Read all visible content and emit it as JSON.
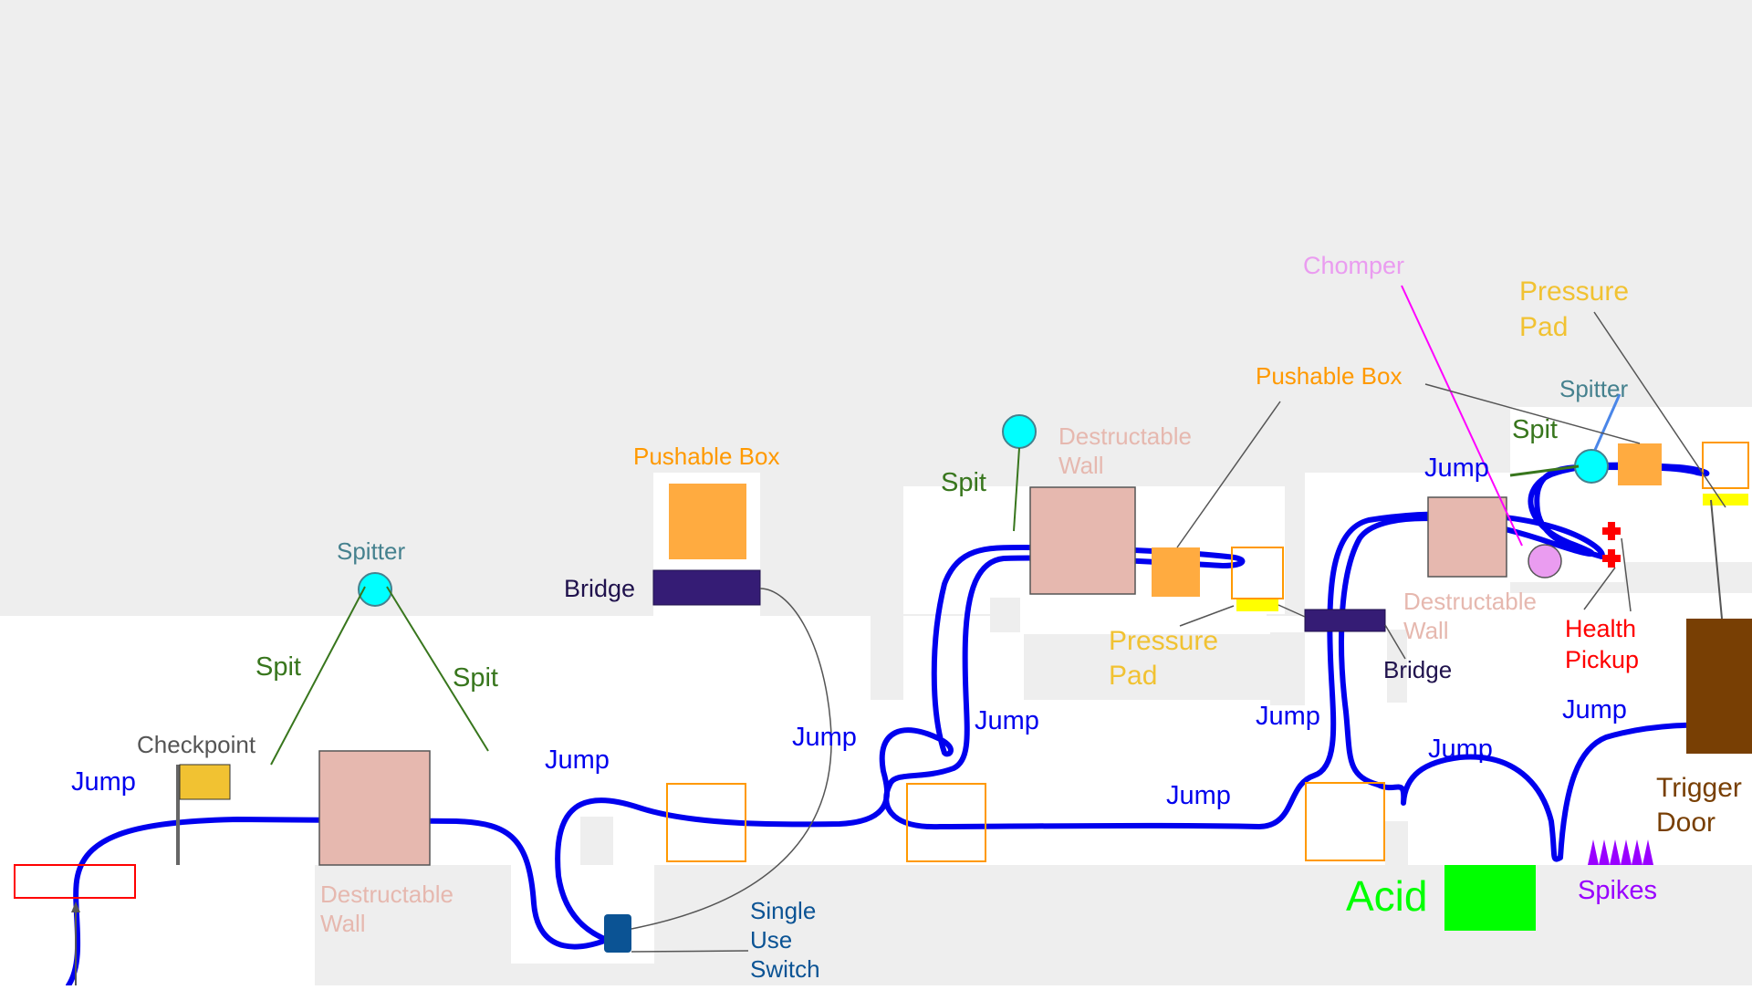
{
  "colors": {
    "wall_grey": "#eeeeee",
    "path_blue": "#0000ee",
    "destructable_fill": "#e6b8af",
    "destructable_text": "#e6b8af",
    "pushable_fill": "#ffab40",
    "pushable_text": "#ff9900",
    "bridge_fill": "#351c75",
    "bridge_text": "#20124d",
    "pressure_fill": "#ffff00",
    "pressure_text": "#f1c232",
    "spitter_fill": "#00ffff",
    "spitter_text": "#45818e",
    "spit_text": "#38761d",
    "checkpoint_flag": "#f1c232",
    "switch_fill": "#0b5394",
    "switch_text": "#0b5394",
    "chomper_fill": "#ea9cf0",
    "chomper_text": "#ea9cf0",
    "health_color": "#ff0000",
    "acid_color": "#00ff00",
    "spikes_color": "#9900ff",
    "door_fill": "#783f04",
    "door_text": "#783f04",
    "line_grey": "#555555"
  },
  "labels": {
    "jump": "Jump",
    "spit": "Spit",
    "spitter": "Spitter",
    "checkpoint": "Checkpoint",
    "destructable_wall": [
      "Destructable",
      "Wall"
    ],
    "pushable_box": "Pushable Box",
    "bridge": "Bridge",
    "single_use_switch": [
      "Single",
      "Use",
      "Switch"
    ],
    "pressure_pad": [
      "Pressure",
      "Pad"
    ],
    "chomper": "Chomper",
    "health_pickup": [
      "Health",
      "Pickup"
    ],
    "acid": "Acid",
    "spikes": "Spikes",
    "trigger_door": [
      "Trigger",
      "Door"
    ]
  }
}
